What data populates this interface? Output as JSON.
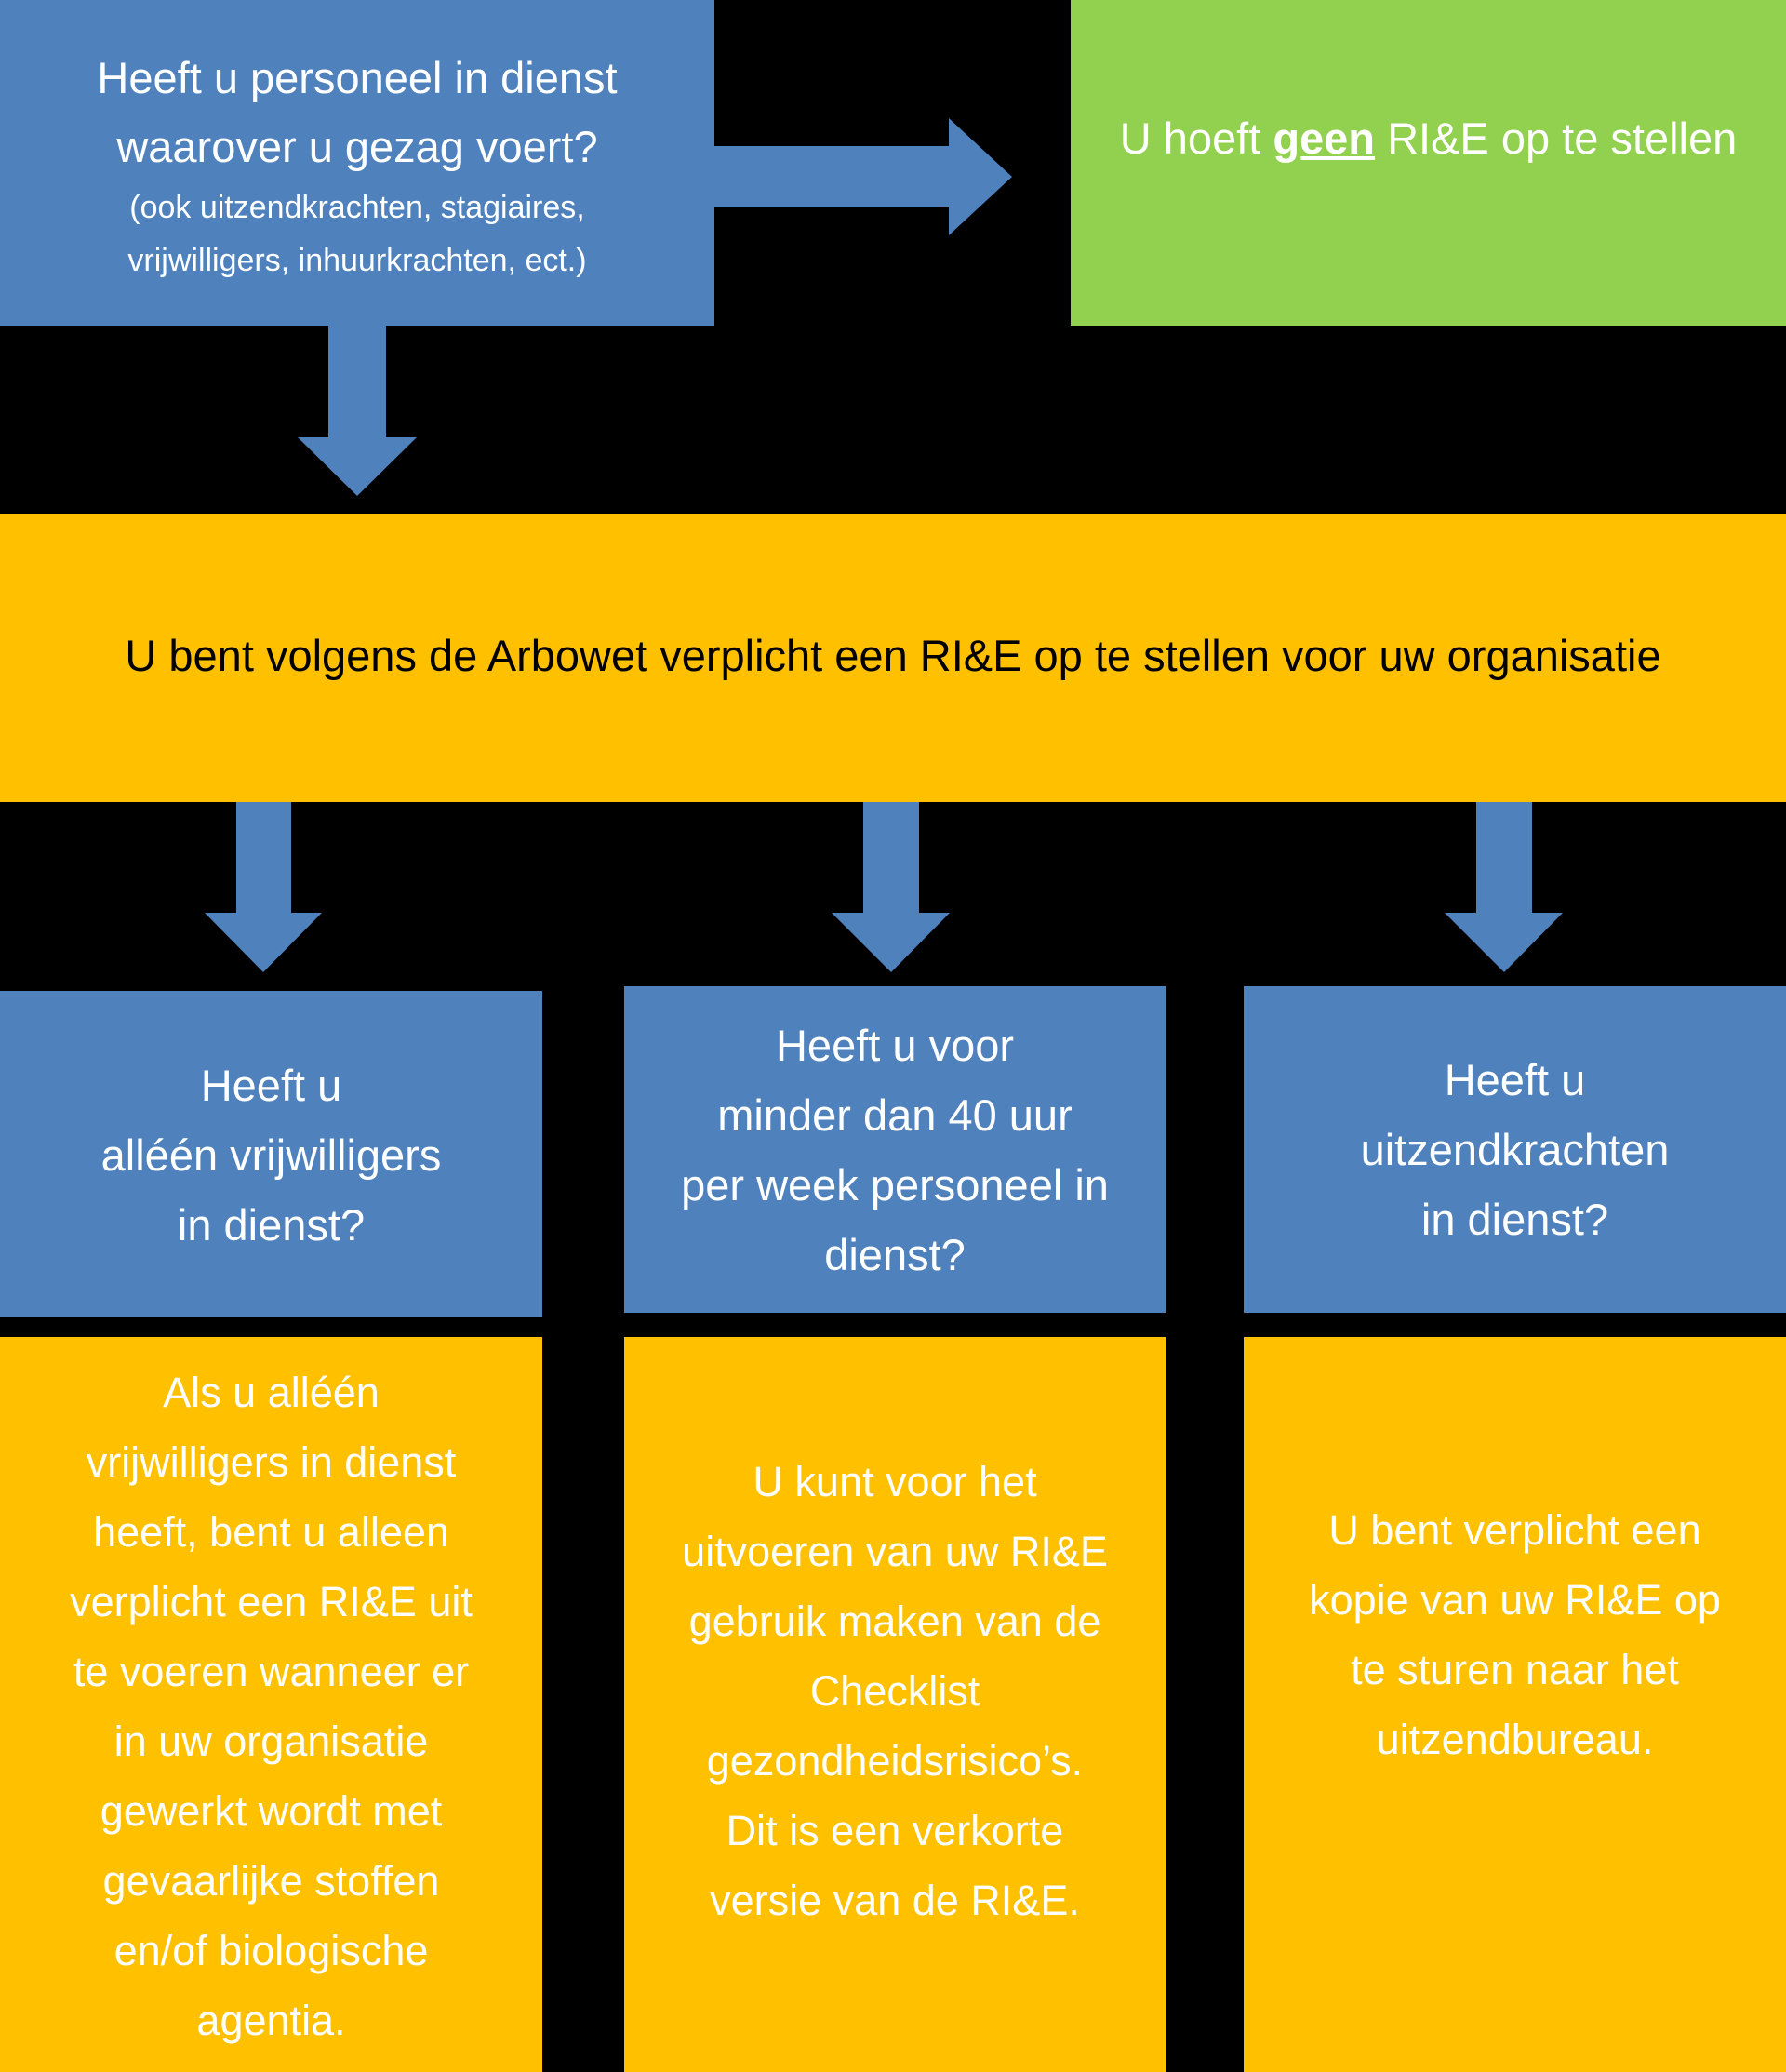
{
  "colors": {
    "blue": "#4F81BD",
    "green": "#92D050",
    "yellow": "#FFC000",
    "background": "#000000"
  },
  "start_question": {
    "lines": [
      "Heeft u personeel in dienst",
      "waarover u gezag voert?"
    ],
    "sub_lines": [
      "(ook uitzendkrachten, stagiaires,",
      "vrijwilligers, inhuurkrachten, ect.)"
    ]
  },
  "no_rie": {
    "before": "U hoeft ",
    "emphasis": "geen",
    "after": " RI&E op te stellen"
  },
  "obligation": {
    "text": "U bent volgens de Arbowet verplicht een RI&E op te stellen voor uw organisatie"
  },
  "questions": [
    {
      "lines": [
        "Heeft u",
        "alléén vrijwilligers",
        "in dienst?"
      ]
    },
    {
      "lines": [
        "Heeft u voor",
        "minder dan 40 uur",
        "per week personeel in",
        "dienst?"
      ]
    },
    {
      "lines": [
        "Heeft u",
        "uitzendkrachten",
        "in dienst?"
      ]
    }
  ],
  "answers": [
    {
      "lines": [
        "Als u alléén",
        "vrijwilligers in dienst",
        "heeft, bent u alleen",
        "verplicht een RI&E uit",
        "te voeren wanneer er",
        "in uw organisatie",
        "gewerkt wordt met",
        "gevaarlijke stoffen",
        "en/of biologische",
        "agentia."
      ]
    },
    {
      "lines": [
        "U kunt voor het",
        "uitvoeren van uw RI&E",
        "gebruik maken van de",
        "Checklist",
        "gezondheidsrisico’s.",
        "Dit is een verkorte",
        "versie van de RI&E."
      ]
    },
    {
      "lines": [
        "U bent verplicht een",
        "kopie van uw RI&E op",
        "te sturen naar het",
        "uitzendbureau."
      ]
    }
  ]
}
